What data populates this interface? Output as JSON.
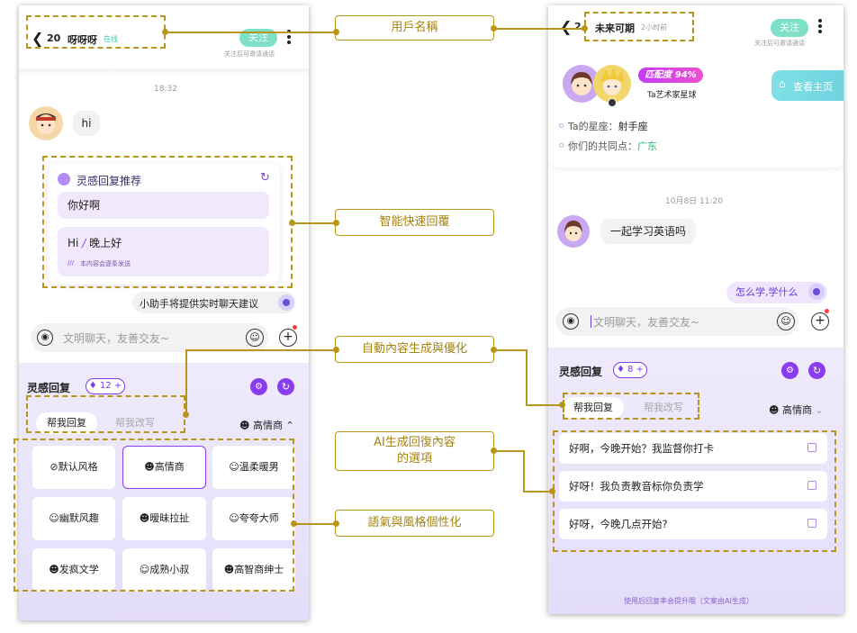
{
  "left_screen": {
    "header": {
      "back_count": "20",
      "username": "呀呀呀",
      "online_status": "在线",
      "follow_label": "关注",
      "follow_hint": "关注后可邀请通话"
    },
    "chat": {
      "timestamp": "18:32",
      "message": "hi"
    },
    "inspiration_card": {
      "title": "灵感回复推荐",
      "option_1": "你好啊",
      "option_2_part_a": "Hi",
      "option_2_part_b": "晚上好",
      "option_2_note": "本内容会逐条发送"
    },
    "assistant_tip": "小助手将提供实时聊天建议",
    "input_placeholder": "文明聊天，友善交友~",
    "panel": {
      "title": "灵感回复",
      "gem_count": "12",
      "tab_help_reply": "帮我回复",
      "tab_help_rewrite": "帮我改写",
      "current_style": "高情商",
      "styles": [
        "默认风格",
        "高情商",
        "温柔暖男",
        "幽默风趣",
        "暧昧拉扯",
        "夸夸大师",
        "发疯文学",
        "成熟小叔",
        "高智商绅士"
      ]
    }
  },
  "right_screen": {
    "header": {
      "back_count": "2",
      "username": "未来可期",
      "last_seen": "2小时前",
      "follow_label": "关注",
      "follow_hint": "关注后可邀请通话"
    },
    "profile": {
      "match_badge": "匹配度 94%",
      "tag": "Ta艺术家星球",
      "view_home_button": "查看主页",
      "zodiac_label": "Ta的星座：",
      "zodiac_value": "射手座",
      "common_label": "你们的共同点：",
      "common_value": "广东"
    },
    "chat": {
      "timestamp": "10月8日 11:20",
      "incoming_message": "一起学习英语吗",
      "outgoing_message": "怎么学,学什么"
    },
    "input_placeholder": "文明聊天，友善交友~",
    "panel": {
      "title": "灵感回复",
      "gem_count": "8",
      "tab_help_reply": "帮我回复",
      "tab_help_rewrite": "帮我改写",
      "current_style": "高情商",
      "replies": [
        "好啊，今晚开始？我监督你打卡",
        "好呀！我负责教音标你负责学",
        "好呀，今晚几点开始?"
      ],
      "footer_note": "使用后回复率会提升哦（文案由AI生成）"
    }
  },
  "annotations": {
    "username": "用戶名稱",
    "smart_reply": "智能快速回覆",
    "auto_generate": "自動內容生成與優化",
    "ai_options_line1": "AI生成回復內容",
    "ai_options_line2": "的選項",
    "tone_style": "語氣與風格個性化"
  },
  "colors": {
    "accent_purple": "#8a3df0",
    "follow_teal": "#7ee0c6",
    "annotation_gold": "#b8961a",
    "common_value_green": "#2bb673"
  }
}
